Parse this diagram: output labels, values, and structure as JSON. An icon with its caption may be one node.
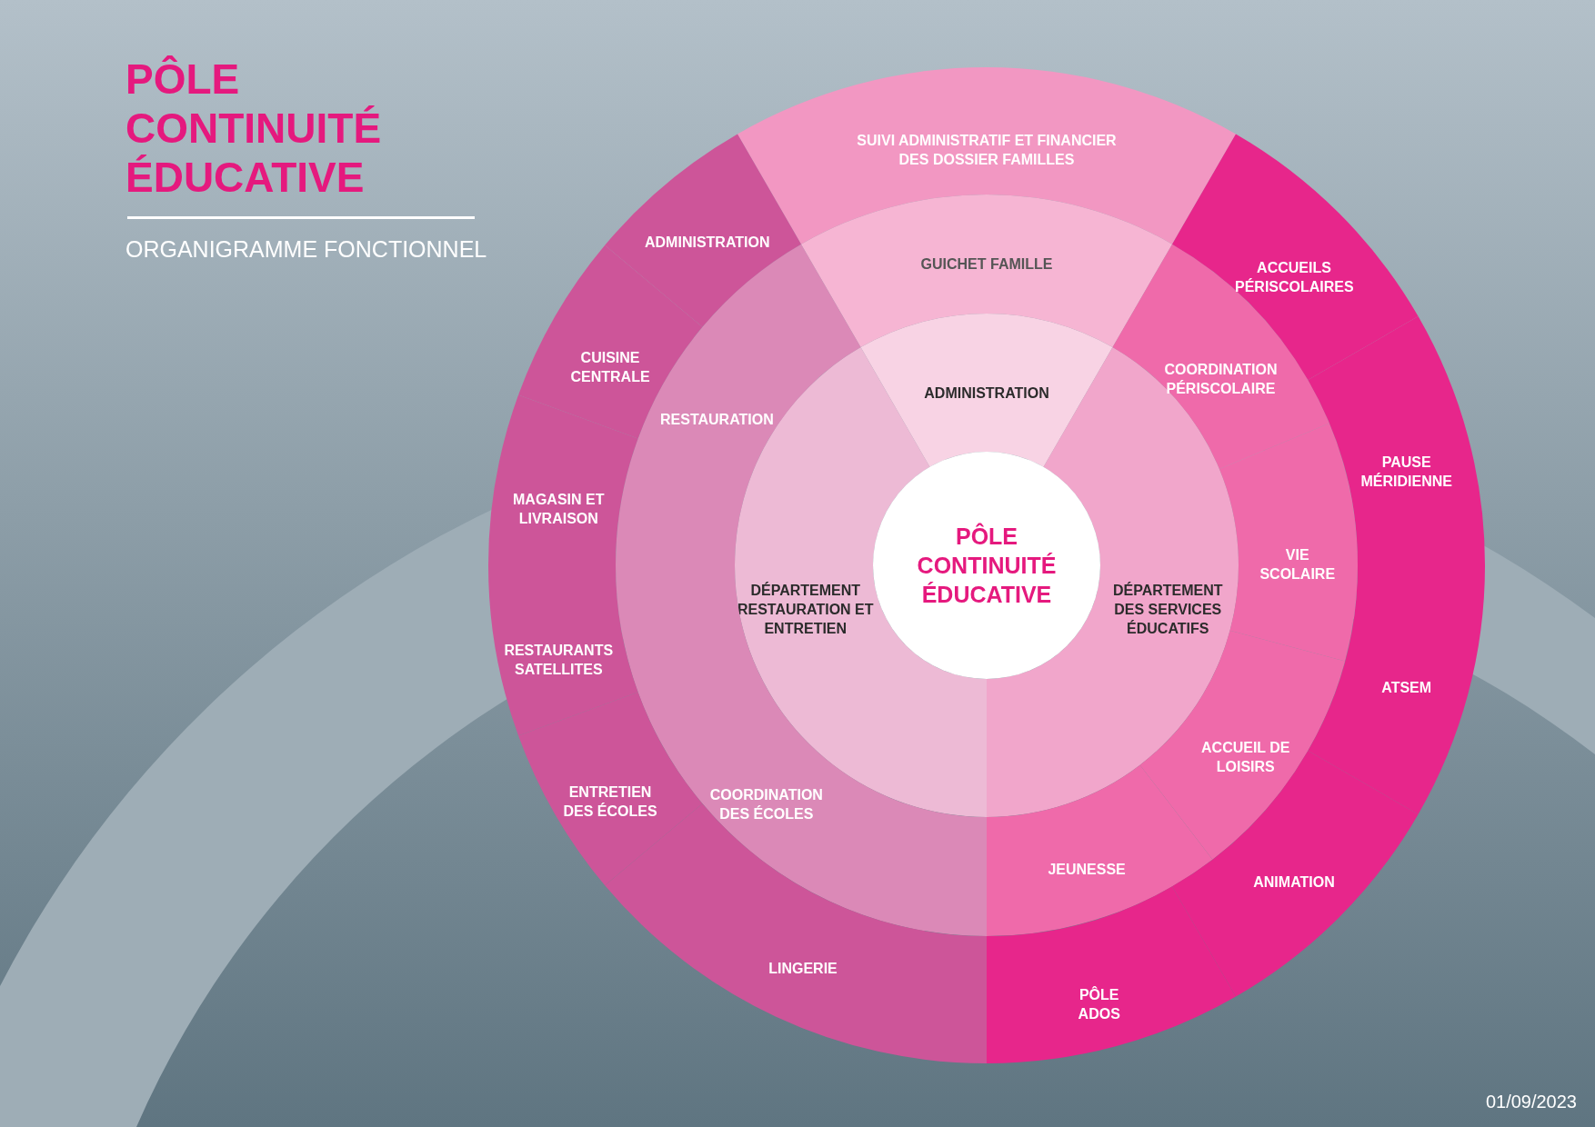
{
  "diagram": {
    "title": "PÔLE CONTINUITÉ ÉDUCATIVE",
    "nodes": [
      {
        "text": [
          "PÔLE CONTINUITÉ ÉDUCATIVE"
        ]
      },
      {
        "text": [
          "ADMINISTRATION"
        ]
      },
      {
        "text": [
          "DÉPARTEMENT RESTAURATION ET ENTRETIEN"
        ]
      },
      {
        "text": [
          "DÉPARTEMENT DES SERVICES ÉDUCATIFS"
        ]
      },
      {
        "text": [
          "GUICHET FAMILLE"
        ]
      },
      {
        "text": [
          "RESTAURATION"
        ]
      },
      {
        "text": [
          "COORDINATION DES ÉCOLES"
        ]
      },
      {
        "text": [
          "COORDINATION PÉRISCOLAIRE"
        ]
      },
      {
        "text": [
          "VIE SCOLAIRE"
        ]
      },
      {
        "text": [
          "ACCUEIL DE LOISIRS"
        ]
      },
      {
        "text": [
          "JEUNESSE"
        ]
      },
      {
        "text": [
          "SUIVI ADMINISTRATIF ET FINANCIER DES DOSSIER FAMILLES"
        ]
      },
      {
        "text": [
          "ADMINISTRATION"
        ]
      },
      {
        "text": [
          "CUISINE CENTRALE"
        ]
      },
      {
        "text": [
          "MAGASIN ET LIVRAISON"
        ]
      },
      {
        "text": [
          "RESTAURANTS SATELLITES"
        ]
      },
      {
        "text": [
          "ENTRETIEN DES ÉCOLES"
        ]
      },
      {
        "text": [
          "LINGERIE"
        ]
      },
      {
        "text": [
          "ACCUEILS PÉRISCOLAIRES"
        ]
      },
      {
        "text": [
          "PAUSE MÉRIDIENNE"
        ]
      },
      {
        "text": [
          "ATSEM"
        ]
      },
      {
        "text": [
          "ANIMATION"
        ]
      },
      {
        "text": [
          "PÔLE ADOS"
        ]
      }
    ],
    "labels": [
      "ORGANIGRAMME FONCTIONNEL",
      "01/09/2023"
    ]
  }
}
